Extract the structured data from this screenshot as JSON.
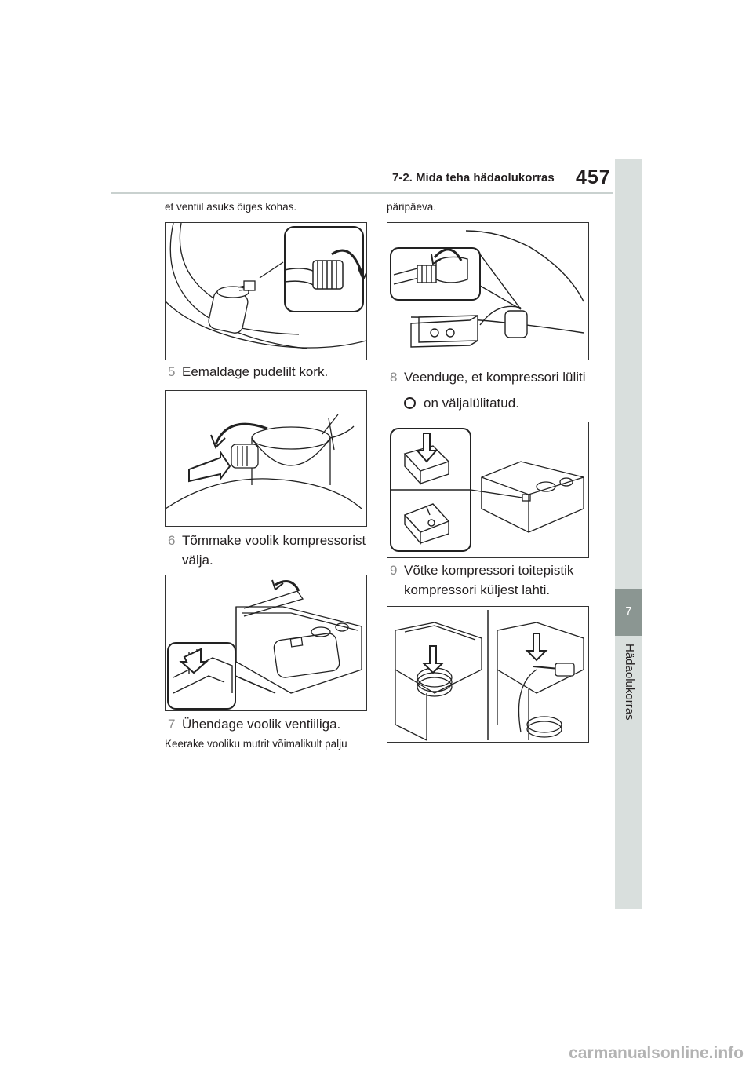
{
  "header": {
    "section_title": "7-2. Mida teha hädaolukorras",
    "page_number": "457"
  },
  "side_tab": {
    "chapter": "7",
    "label": "Hädaolukorras"
  },
  "left_column": {
    "intro_text": "et ventiil asuks õiges kohas.",
    "step5": {
      "num": "5",
      "text": "Eemaldage pudelilt kork."
    },
    "step6": {
      "num": "6",
      "text_line1": "Tõmmake voolik kompressorist",
      "text_line2": "välja."
    },
    "step7": {
      "num": "7",
      "text": "Ühendage voolik ventiiliga."
    },
    "note": "Keerake vooliku mutrit võimalikult palju"
  },
  "right_column": {
    "intro_text": "päripäeva.",
    "step8": {
      "num": "8",
      "text_line1": "Veenduge, et kompressori lüliti",
      "text_line2": "on väljalülitatud."
    },
    "step9": {
      "num": "9",
      "text_line1": "Võtke kompressori toitepistik",
      "text_line2": "kompressori küljest lahti."
    }
  },
  "watermark": "carmanualsonline.info",
  "colors": {
    "tab": "#d9dfdd",
    "tab_active": "#8b9692",
    "rule": "#c9d1cf",
    "step_number": "#8a8a8a"
  }
}
